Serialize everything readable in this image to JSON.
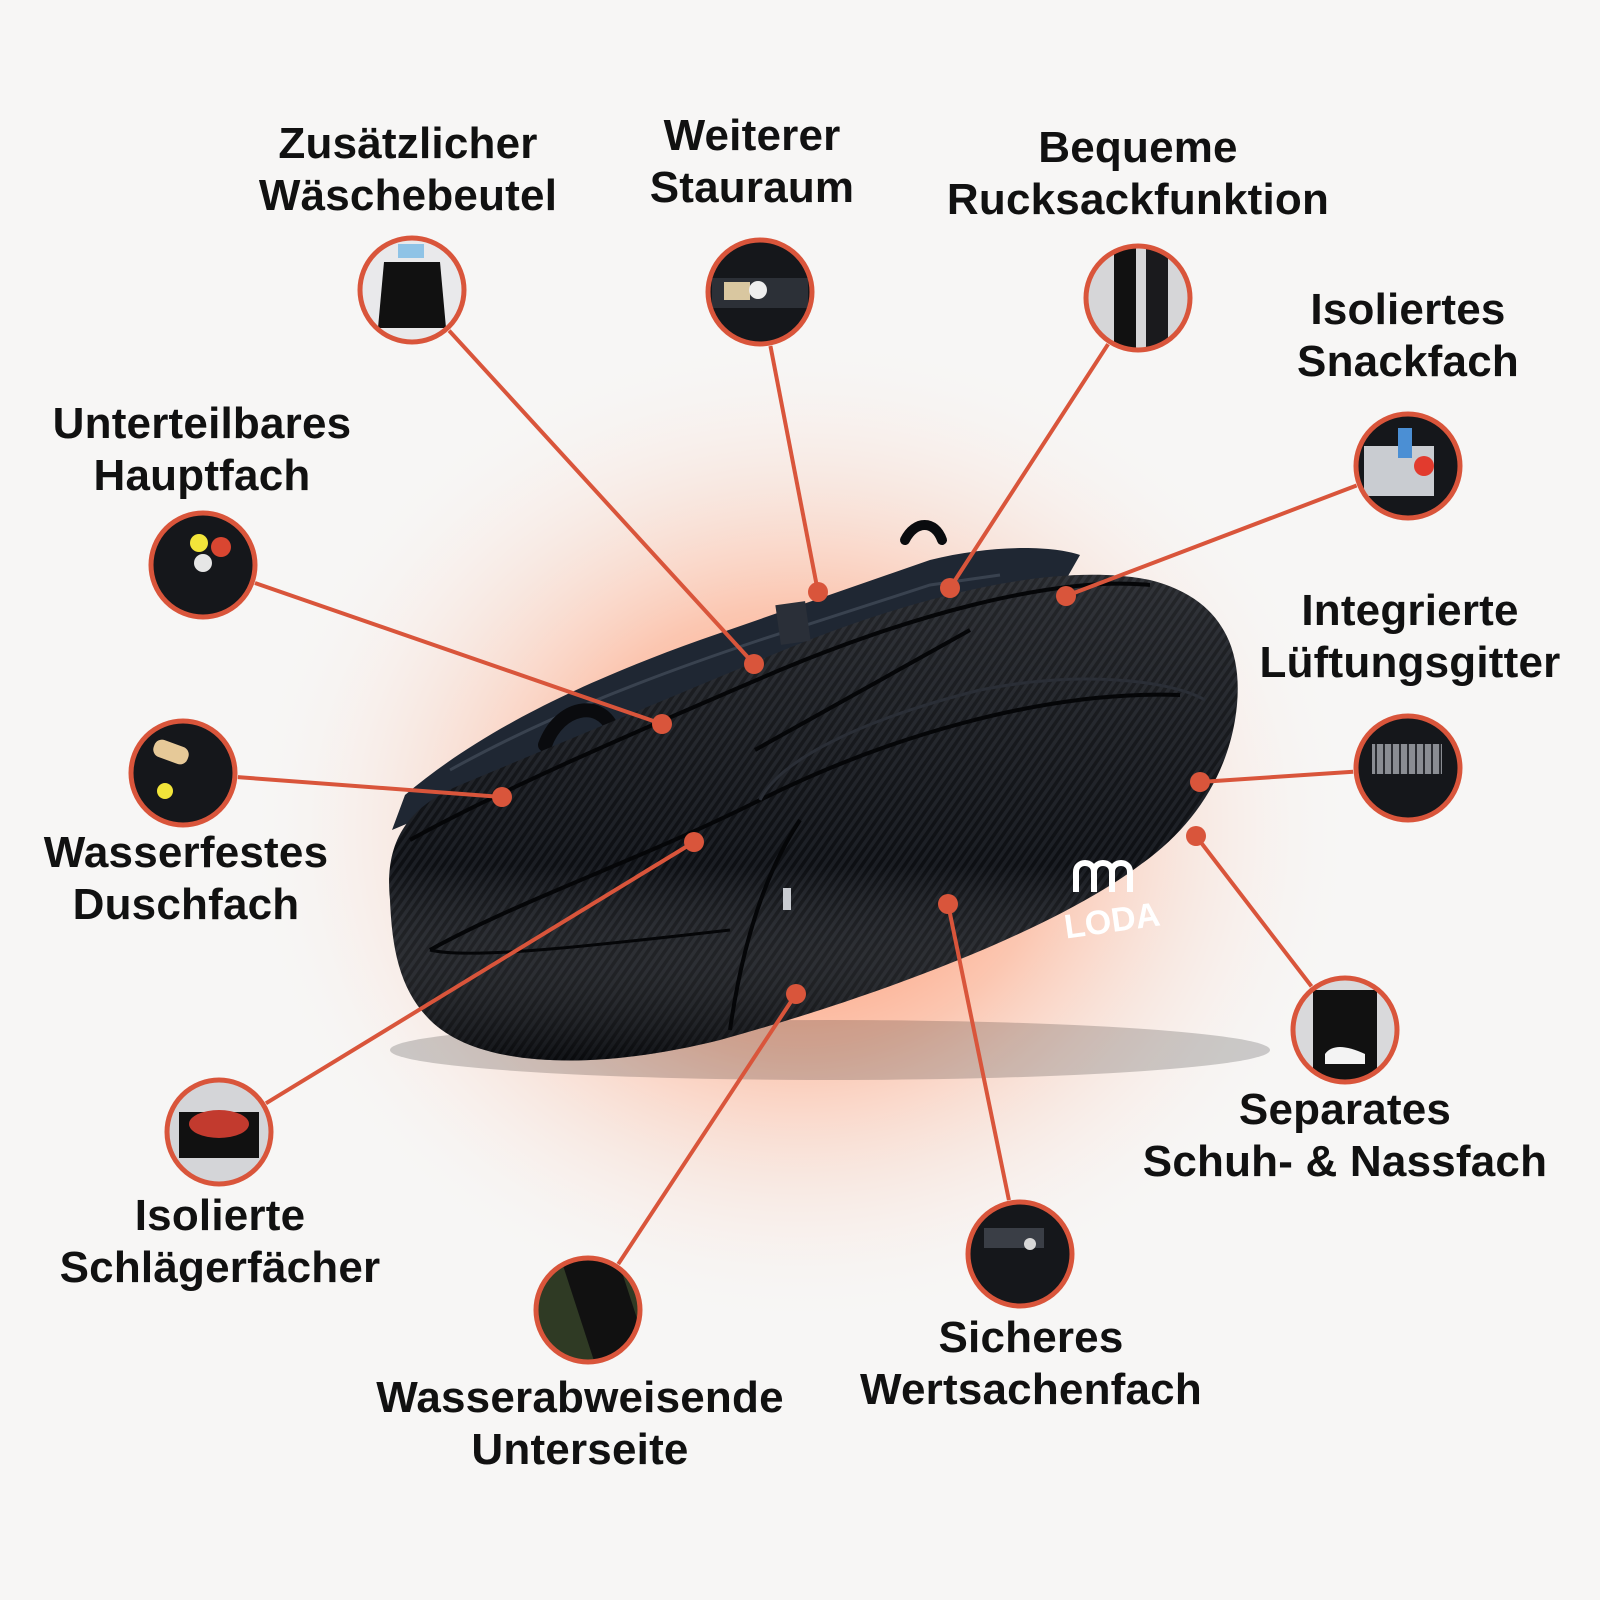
{
  "brand": {
    "logo_text": "LODA",
    "accent_color": "#d9553b",
    "bag_color": "#0c0e12"
  },
  "features": [
    {
      "id": "laundry-bag",
      "line1": "Zusätzlicher",
      "line2": "Wäschebeutel",
      "icon": "drawstring-bag-icon"
    },
    {
      "id": "extra-storage",
      "line1": "Weiterer",
      "line2": "Stauraum",
      "icon": "storage-pocket-icon"
    },
    {
      "id": "backpack",
      "line1": "Bequeme",
      "line2": "Rucksackfunktion",
      "icon": "backpack-straps-icon"
    },
    {
      "id": "snack",
      "line1": "Isoliertes",
      "line2": "Snackfach",
      "icon": "cooler-compartment-icon"
    },
    {
      "id": "main-compartment",
      "line1": "Unterteilbares",
      "line2": "Hauptfach",
      "icon": "divided-compartment-icon"
    },
    {
      "id": "ventilation",
      "line1": "Integrierte",
      "line2": "Lüftungsgitter",
      "icon": "mesh-vent-icon"
    },
    {
      "id": "shower",
      "line1": "Wasserfestes",
      "line2": "Duschfach",
      "icon": "shower-pouch-icon"
    },
    {
      "id": "shoe",
      "line1": "Separates",
      "line2": "Schuh- & Nassfach",
      "icon": "shoe-compartment-icon"
    },
    {
      "id": "racket",
      "line1": "Isolierte",
      "line2": "Schlägerfächer",
      "icon": "racket-sleeve-icon"
    },
    {
      "id": "bottom",
      "line1": "Wasserabweisende",
      "line2": "Unterseite",
      "icon": "bag-bottom-icon"
    },
    {
      "id": "valuables",
      "line1": "Sicheres",
      "line2": "Wertsachenfach",
      "icon": "valuables-pocket-icon"
    }
  ]
}
